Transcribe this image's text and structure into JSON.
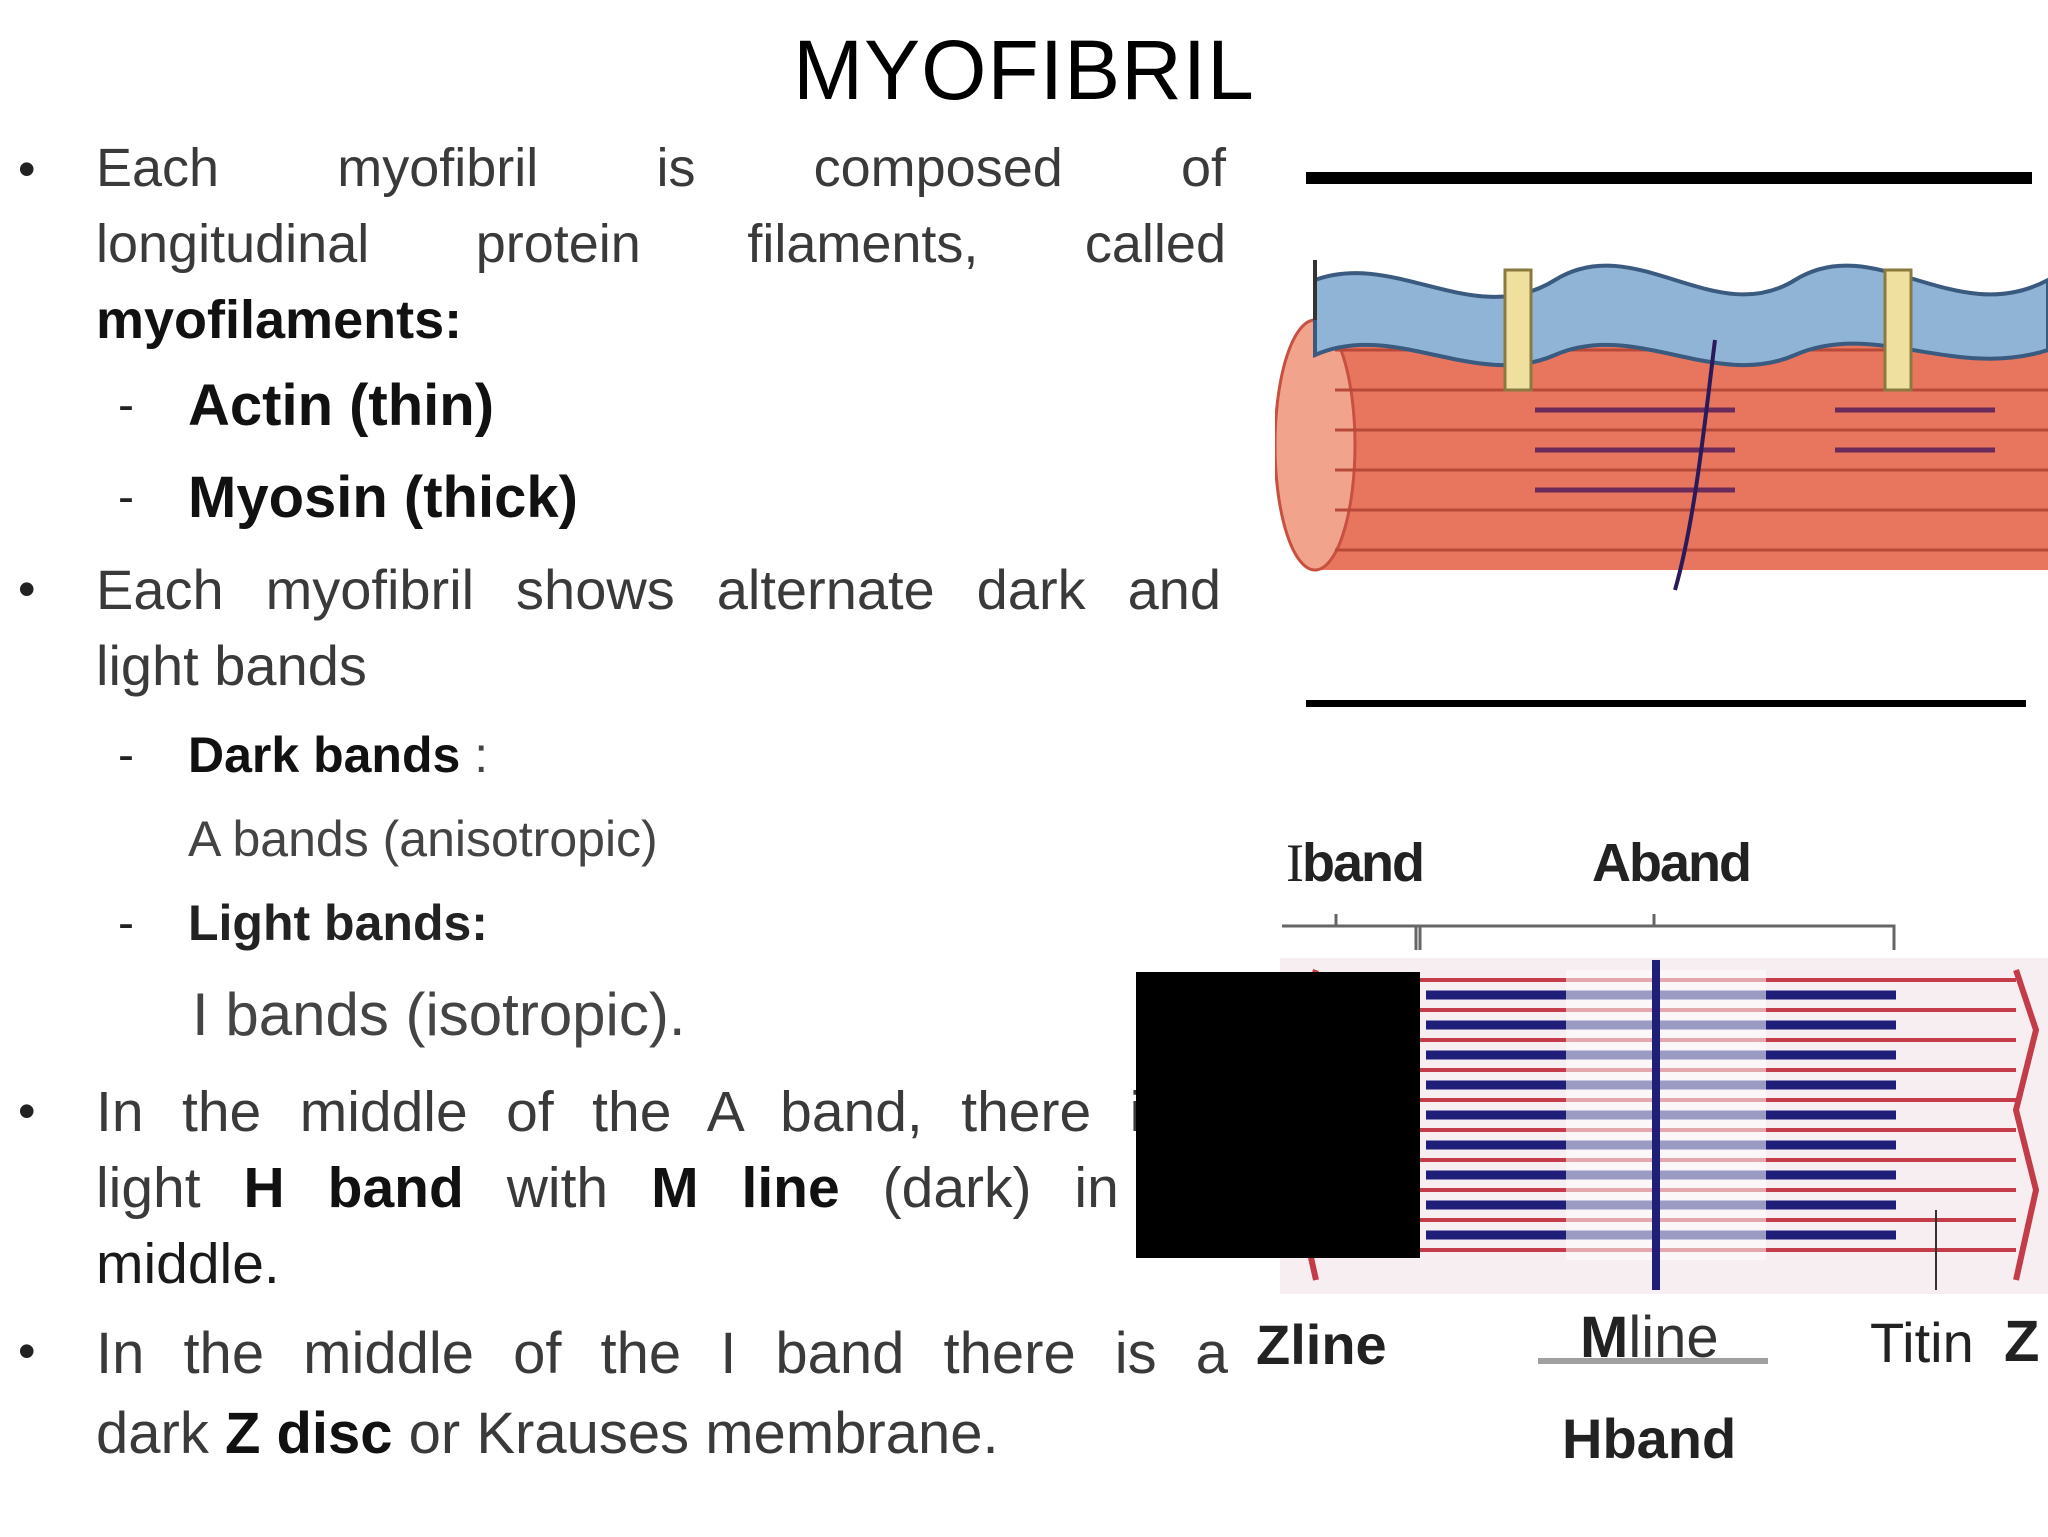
{
  "title": "MYOFIBRIL",
  "bullets": {
    "b1": {
      "line1": "Each myofibril is composed of",
      "line2": "longitudinal protein filaments, called",
      "line3_bold": "myofilaments:"
    },
    "sub1": {
      "actin": "Actin (thin)",
      "myosin": "Myosin (thick)"
    },
    "b2": {
      "line1": "Each myofibril shows alternate dark and",
      "line2": "light bands"
    },
    "sub2": {
      "dark_label": "Dark bands",
      "dark_colon": " :",
      "dark_desc": "A bands (anisotropic)",
      "light_label": "Light bands:",
      "light_desc": "I bands (isotropic)."
    },
    "b3": {
      "line1": "In the middle of the A band, there is a",
      "line2_pre": "light ",
      "line2_bold1": "H band",
      "line2_mid": " with ",
      "line2_bold2": "M line",
      "line2_post": " (dark) in the",
      "line3": "middle."
    },
    "b4": {
      "line1": "In the middle of the I band there is a",
      "line2_pre": "dark ",
      "line2_bold": "Z disc",
      "line2_post": " or Krauses membrane."
    }
  },
  "diagram": {
    "i_band_i": "I",
    "i_band_word": "band",
    "a_band_a": "A",
    "a_band_word": "band",
    "z_line_label": "Zline",
    "m_line_m": "M",
    "m_line_word": "line",
    "h_band_label": "Hband",
    "titin_label": "Titin",
    "z_label": "Z"
  },
  "colors": {
    "muscle_red": "#e2705c",
    "muscle_light": "#f0a08a",
    "membrane_blue": "#8fb4d6",
    "myosin_navy": "#1f1f7a",
    "actin_red": "#c43c4a"
  }
}
